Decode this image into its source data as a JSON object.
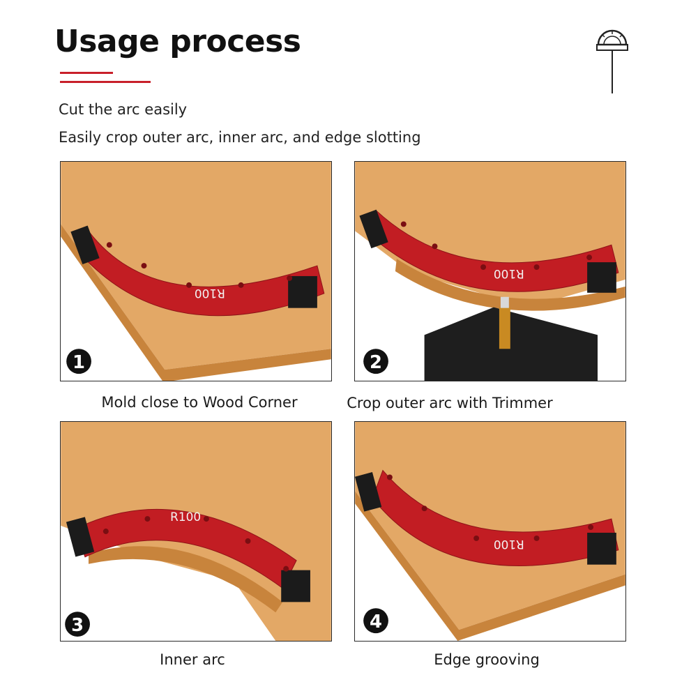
{
  "header": {
    "title": "Usage process",
    "subtitle_1": "Cut the arc easily",
    "subtitle_2": "Easily crop outer arc, inner arc, and edge slotting"
  },
  "brand_icon": "protractor-logo-icon",
  "colors": {
    "accent_red": "#c8202a",
    "jig_red": "#c21d23",
    "wood": "#e3a866",
    "wood_edge": "#c8843c",
    "clamp_black": "#1b1b1b"
  },
  "steps": [
    {
      "number": "1",
      "caption": "Mold close to Wood Corner",
      "jig_label": "R100"
    },
    {
      "number": "2",
      "caption": "Crop outer arc with Trimmer",
      "jig_label": "R100"
    },
    {
      "number": "3",
      "caption": "Inner arc",
      "jig_label": "R100"
    },
    {
      "number": "4",
      "caption": "Edge grooving",
      "jig_label": "R100"
    }
  ]
}
